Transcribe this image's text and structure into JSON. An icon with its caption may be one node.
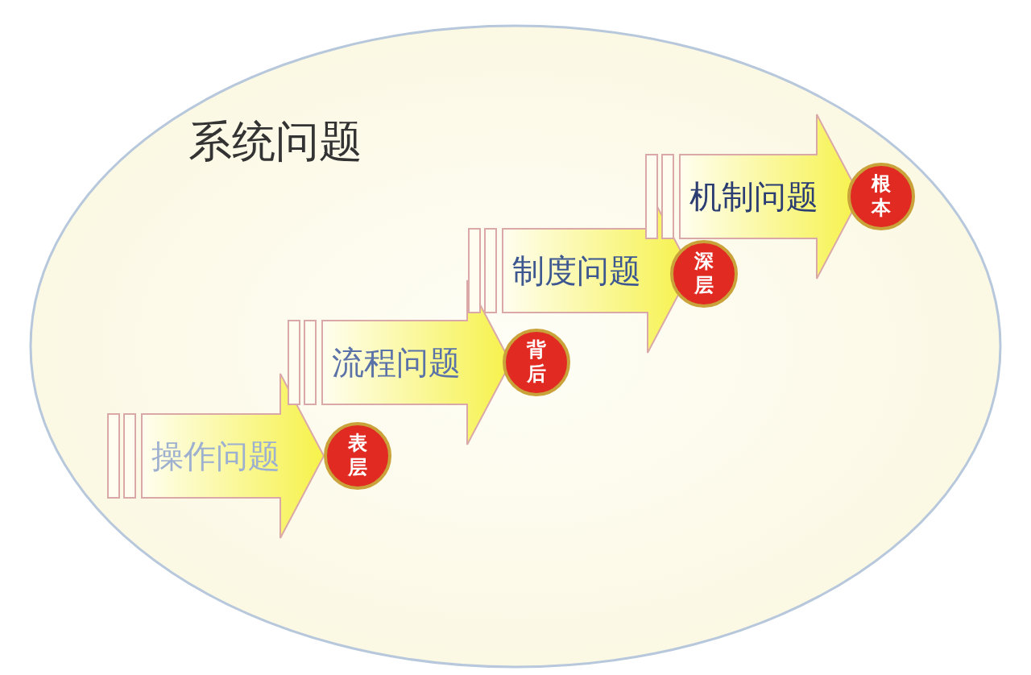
{
  "diagram": {
    "nodes": [
      {
        "text": [
          "系统问题"
        ]
      },
      {
        "text": [
          "操作问题"
        ],
        "in": 0
      },
      {
        "text": [
          "流程问题"
        ],
        "in": 0
      },
      {
        "text": [
          "制度问题"
        ],
        "in": 0
      },
      {
        "text": [
          "机制问题"
        ],
        "in": 0
      },
      {
        "text": [
          "表层"
        ],
        "in": 0
      },
      {
        "text": [
          "背后"
        ],
        "in": 0
      },
      {
        "text": [
          "深层"
        ],
        "in": 0
      },
      {
        "text": [
          "根本"
        ],
        "in": 0
      }
    ]
  }
}
